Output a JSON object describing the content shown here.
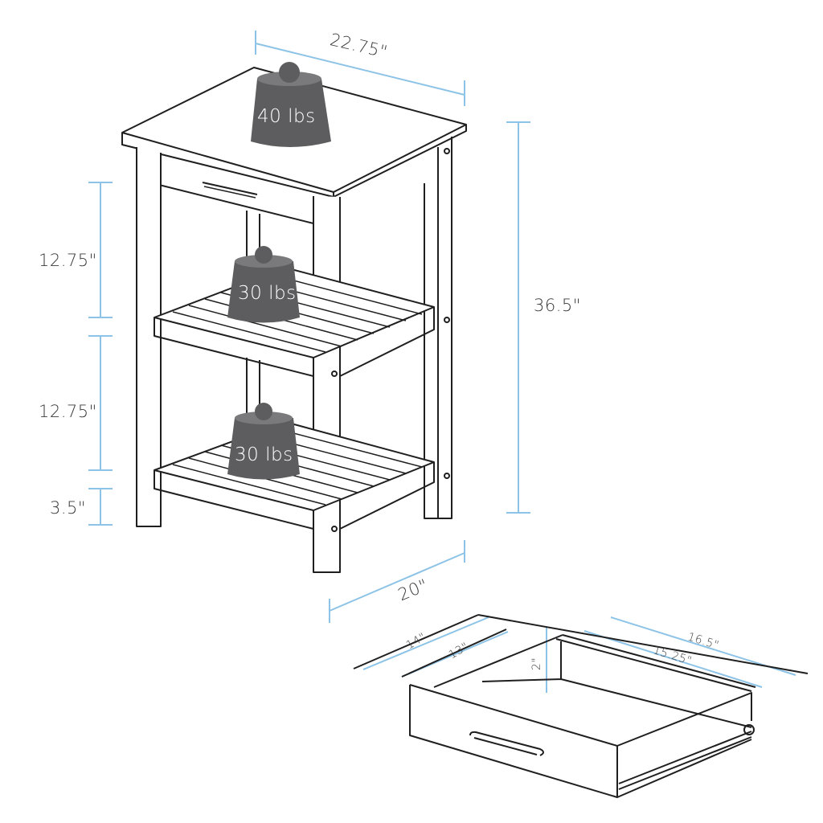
{
  "diagram": {
    "subject": "Storage cart with drawer and two slatted shelves",
    "colors": {
      "line": "#1f1f1f",
      "dimension": "#8cc3e6",
      "weight": "#5d5d5f",
      "weight_top": "#7a7a7c",
      "label": "#3a3a3a"
    },
    "dimensions": {
      "top_width": "22.75\"",
      "overall_height": "36.5\"",
      "depth": "20\"",
      "shelf_gap_upper": "12.75\"",
      "shelf_gap_lower": "12.75\"",
      "floor_clearance": "3.5\""
    },
    "weights": {
      "top": "40 lbs",
      "middle_shelf": "30 lbs",
      "bottom_shelf": "30 lbs"
    },
    "drawer": {
      "outer_width": "14\"",
      "inner_width": "13\"",
      "height": "2\"",
      "outer_depth": "16.5\"",
      "inner_depth": "15.25\""
    }
  }
}
